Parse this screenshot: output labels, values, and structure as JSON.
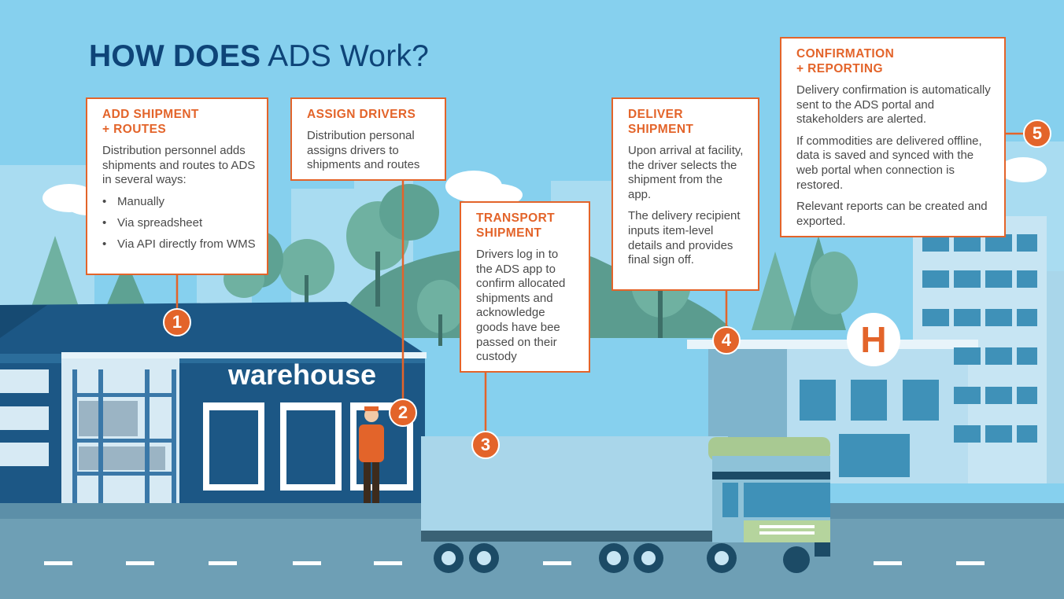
{
  "title": {
    "bold": "HOW DOES",
    "rest": "ADS Work?"
  },
  "scene": {
    "warehouse_sign": "warehouse",
    "hospital_sign": "H"
  },
  "colors": {
    "accent": "#e3642a",
    "navy": "#0e4478",
    "sky": "#86d0ee"
  },
  "steps": [
    {
      "number": "1",
      "heading": "ADD SHIPMENT\n+ ROUTES",
      "paragraphs": [
        "Distribution personnel adds shipments and routes to ADS in several ways:"
      ],
      "bullets": [
        "Manually",
        "Via spreadsheet",
        "Via API directly from WMS"
      ]
    },
    {
      "number": "2",
      "heading": "ASSIGN DRIVERS",
      "paragraphs": [
        "Distribution personal assigns drivers to shipments and routes"
      ]
    },
    {
      "number": "3",
      "heading": "TRANSPORT\nSHIPMENT",
      "paragraphs": [
        "Drivers log in to the ADS app to confirm allocated shipments and acknowledge goods have bee passed on their custody"
      ]
    },
    {
      "number": "4",
      "heading": "DELIVER\nSHIPMENT",
      "paragraphs": [
        "Upon arrival at facility, the driver selects the shipment from the app.",
        "The delivery recipient inputs item-level details and provides final sign off."
      ]
    },
    {
      "number": "5",
      "heading": "CONFIRMATION\n+ REPORTING",
      "paragraphs": [
        "Delivery confirmation is automatically sent to the ADS portal and stakeholders are alerted.",
        "If commodities are delivered offline, data is saved and synced with the web portal when connection is restored.",
        "Relevant reports can be created and exported."
      ]
    }
  ]
}
